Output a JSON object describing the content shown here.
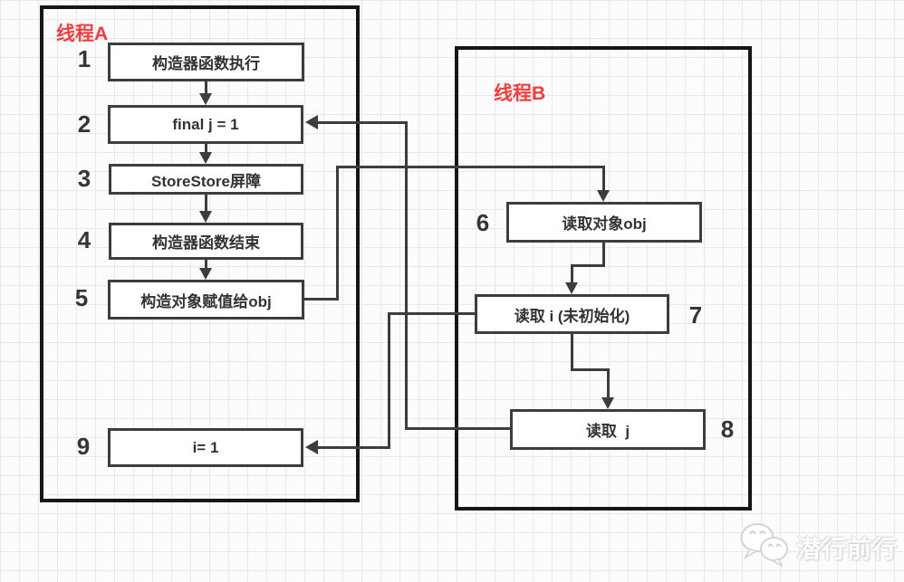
{
  "diagram": {
    "threads": [
      {
        "id": "A",
        "label": "线程A"
      },
      {
        "id": "B",
        "label": "线程B"
      }
    ],
    "nodes": [
      {
        "num": "1",
        "label": "构造器函数执行"
      },
      {
        "num": "2",
        "label": "final j = 1"
      },
      {
        "num": "3",
        "label": "StoreStore屏障"
      },
      {
        "num": "4",
        "label": "构造器函数结束"
      },
      {
        "num": "5",
        "label": "构造对象赋值给obj"
      },
      {
        "num": "6",
        "label": "读取对象obj"
      },
      {
        "num": "7",
        "label": "读取 i (未初始化)"
      },
      {
        "num": "8",
        "label": "读取  j"
      },
      {
        "num": "9",
        "label": "i= 1"
      }
    ],
    "edges": [
      "1->2",
      "2->3",
      "3->4",
      "4->5",
      "5->6",
      "6->7",
      "7->8",
      "8->2",
      "7->9"
    ],
    "colors": {
      "thread_label": "#fb3b3b",
      "line": "#3d3d3d",
      "container_border": "#161616",
      "node_background": "#ffffff",
      "grid_line": "#e9e9ed"
    },
    "watermark": {
      "icon": "wechat-chat-bubbles-icon",
      "text": "潜行前行"
    }
  }
}
